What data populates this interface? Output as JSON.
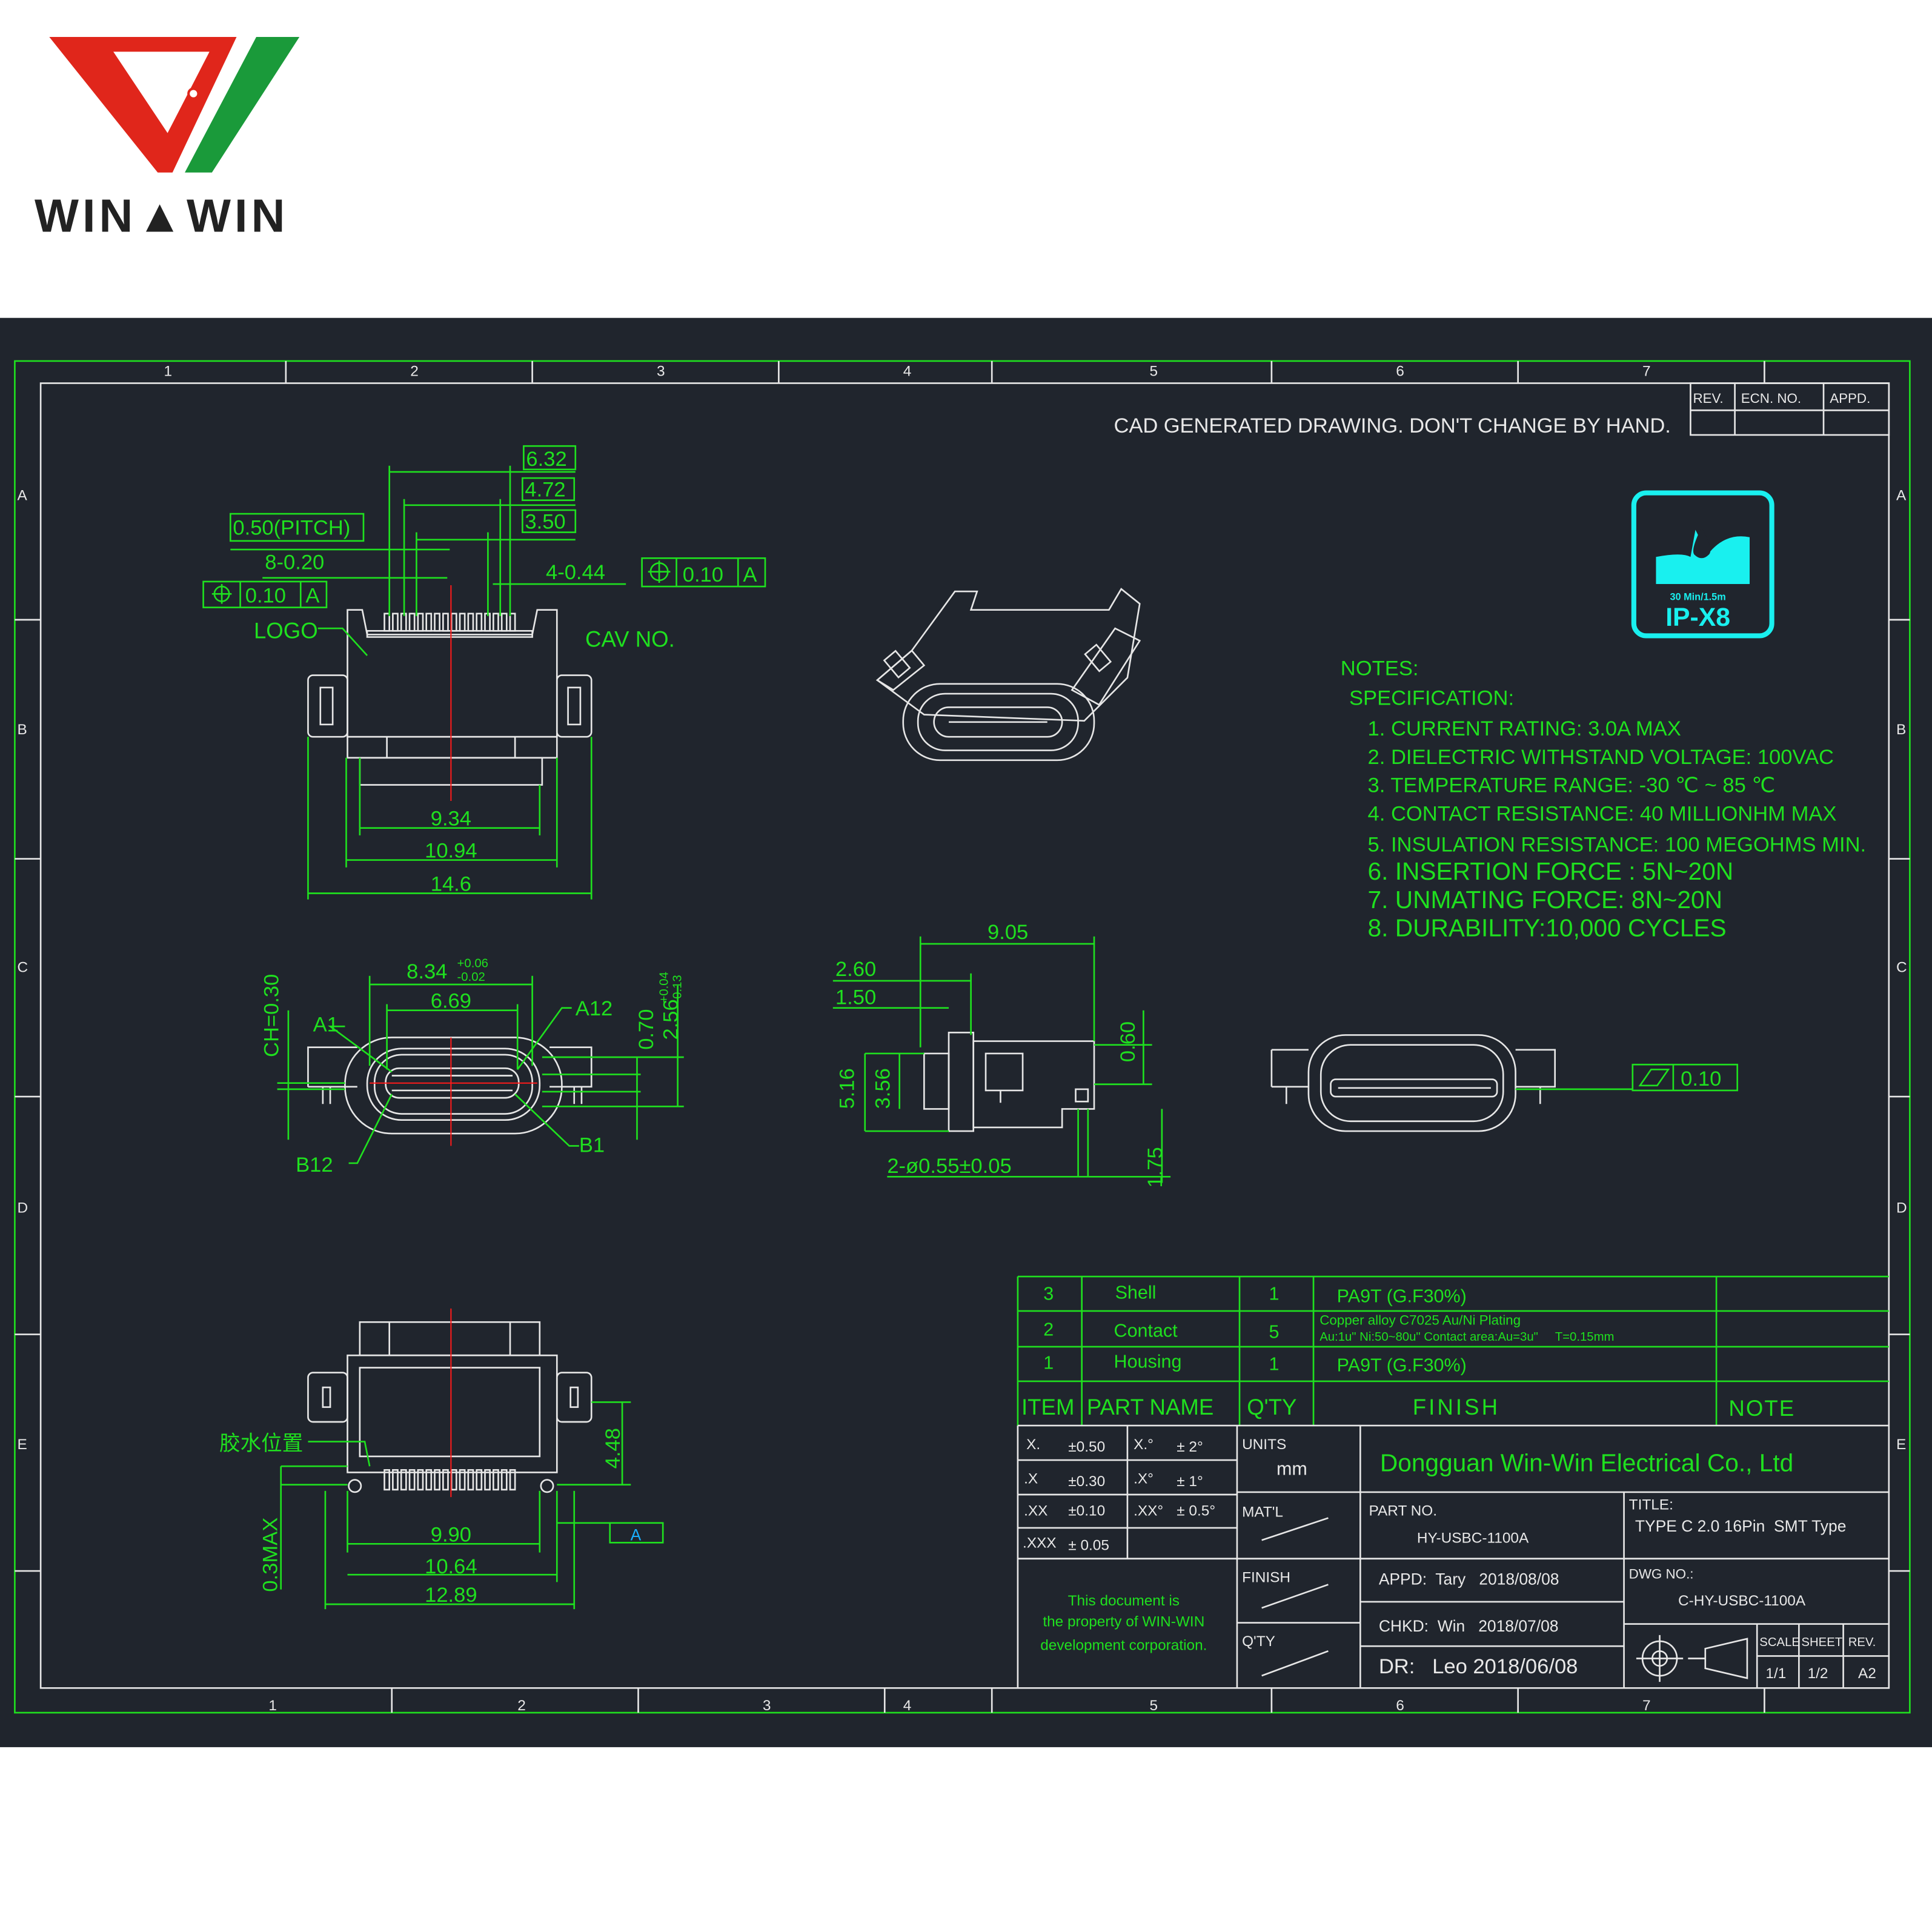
{
  "logo": {
    "brand": "WIN▲WIN",
    "red": "#e0261b",
    "green": "#1a9a3a"
  },
  "colors": {
    "panel": "#20252d",
    "line": "#1fe01f",
    "outline": "#e6e6e6",
    "center": "#ff1a1a",
    "badge": "#19f0ef"
  },
  "frame": {
    "zones_top": [
      "1",
      "2",
      "3",
      "4",
      "5",
      "6",
      "7"
    ],
    "zones_bottom": [
      "1",
      "2",
      "3",
      "4",
      "5",
      "6",
      "7"
    ],
    "zones_left": [
      "A",
      "B",
      "C",
      "D",
      "E"
    ],
    "zones_right": [
      "A",
      "B",
      "C",
      "D",
      "E"
    ]
  },
  "cad_notice": "CAD GENERATED DRAWING. DON'T CHANGE BY HAND.",
  "revision_headers": [
    "REV.",
    "ECN. NO.",
    "APPD."
  ],
  "badge": {
    "depth": "30 Min/1.5m",
    "rating": "IP-X8"
  },
  "top_view": {
    "dims": {
      "d632": "6.32",
      "d472": "4.72",
      "d350": "3.50",
      "pitch": "0.50(PITCH)",
      "pin_w": "8-0.20",
      "pin_w2": "4-0.44",
      "d934": "9.34",
      "d1094": "10.94",
      "d146": "14.6"
    },
    "gdt_left": {
      "tol": "0.10",
      "datum": "A"
    },
    "gdt_right": {
      "tol": "0.10",
      "datum": "A"
    },
    "logo_label": "LOGO",
    "cav_label": "CAV NO."
  },
  "front_view": {
    "d834": "8.34",
    "d834_plus": "+0.06",
    "d834_minus": "-0.02",
    "d669": "6.69",
    "a1": "A1",
    "a12": "A12",
    "b1": "B1",
    "b12": "B12",
    "chamfer": "CH=0.30",
    "d070": "0.70",
    "d256": "2.56",
    "d256_plus": "+0.04",
    "d256_minus": "-0.13"
  },
  "side_view": {
    "d905": "9.05",
    "d260": "2.60",
    "d150": "1.50",
    "d516": "5.16",
    "d356": "3.56",
    "d060": "0.60",
    "d175": "1.75",
    "holes": "2-ø0.55±0.05"
  },
  "rear_view": {
    "flatness": "0.10"
  },
  "bottom_view": {
    "glue": "胶水位置",
    "d448": "4.48",
    "d990": "9.90",
    "d1064": "10.64",
    "d1289": "12.89",
    "d03max": "0.3MAX",
    "datum": "A"
  },
  "notes": {
    "title": "NOTES:",
    "subtitle": "SPECIFICATION:",
    "items": [
      "1. CURRENT RATING: 3.0A MAX",
      "2. DIELECTRIC WITHSTAND VOLTAGE: 100VAC",
      "3. TEMPERATURE RANGE: -30 ℃ ~ 85 ℃",
      "4. CONTACT RESISTANCE: 40 MILLIONHM MAX",
      "5. INSULATION RESISTANCE: 100 MEGOHMS MIN.",
      "6.  INSERTION  FORCE  :  5N~20N",
      "7.  UNMATING  FORCE:  8N~20N",
      "8.  DURABILITY:10,000  CYCLES"
    ]
  },
  "bom": {
    "headers": {
      "item": "ITEM",
      "part": "PART NAME",
      "qty": "Q'TY",
      "finish": "FINISH",
      "note": "NOTE"
    },
    "rows": [
      {
        "item": "3",
        "part": "Shell",
        "qty": "1",
        "finish": "PA9T (G.F30%)",
        "finish2": ""
      },
      {
        "item": "2",
        "part": "Contact",
        "qty": "5",
        "finish": "Copper alloy C7025 Au/Ni Plating",
        "finish2": "Au:1u\" Ni:50~80u\" Contact area:Au=3u\"     T=0.15mm"
      },
      {
        "item": "1",
        "part": "Housing",
        "qty": "1",
        "finish": "PA9T (G.F30%)",
        "finish2": ""
      }
    ]
  },
  "title_block": {
    "tolerances": [
      {
        "k": "X.",
        "v": "±0.50",
        "ka": "X.°",
        "va": "± 2°"
      },
      {
        "k": ".X",
        "v": "±0.30",
        "ka": ".X°",
        "va": "± 1°"
      },
      {
        "k": ".XX",
        "v": "±0.10",
        "ka": ".XX°",
        "va": "± 0.5°"
      },
      {
        "k": ".XXX",
        "v": "± 0.05",
        "ka": "",
        "va": ""
      }
    ],
    "units_label": "UNITS",
    "units": "mm",
    "matl_label": "MAT'L",
    "finish_label": "FINISH",
    "qty_label": "Q'TY",
    "company": "Dongguan Win-Win Electrical Co., Ltd",
    "property": [
      "This document is",
      "the property of WIN-WIN",
      "development corporation."
    ],
    "part_no_label": "PART NO.",
    "part_no": "HY-USBC-1100A",
    "title_label": "TITLE:",
    "title": "TYPE C 2.0 16Pin  SMT Type",
    "appd": "APPD:  Tary   2018/08/08",
    "chkd": "CHKD:  Win   2018/07/08",
    "dr": "DR:   Leo 2018/06/08",
    "dwg_label": "DWG NO.:",
    "dwg_no": "C-HY-USBC-1100A",
    "scale_label": "SCALE",
    "sheet_label": "SHEET",
    "rev_label": "REV.",
    "scale": "1/1",
    "sheet": "1/2",
    "rev": "A2"
  }
}
